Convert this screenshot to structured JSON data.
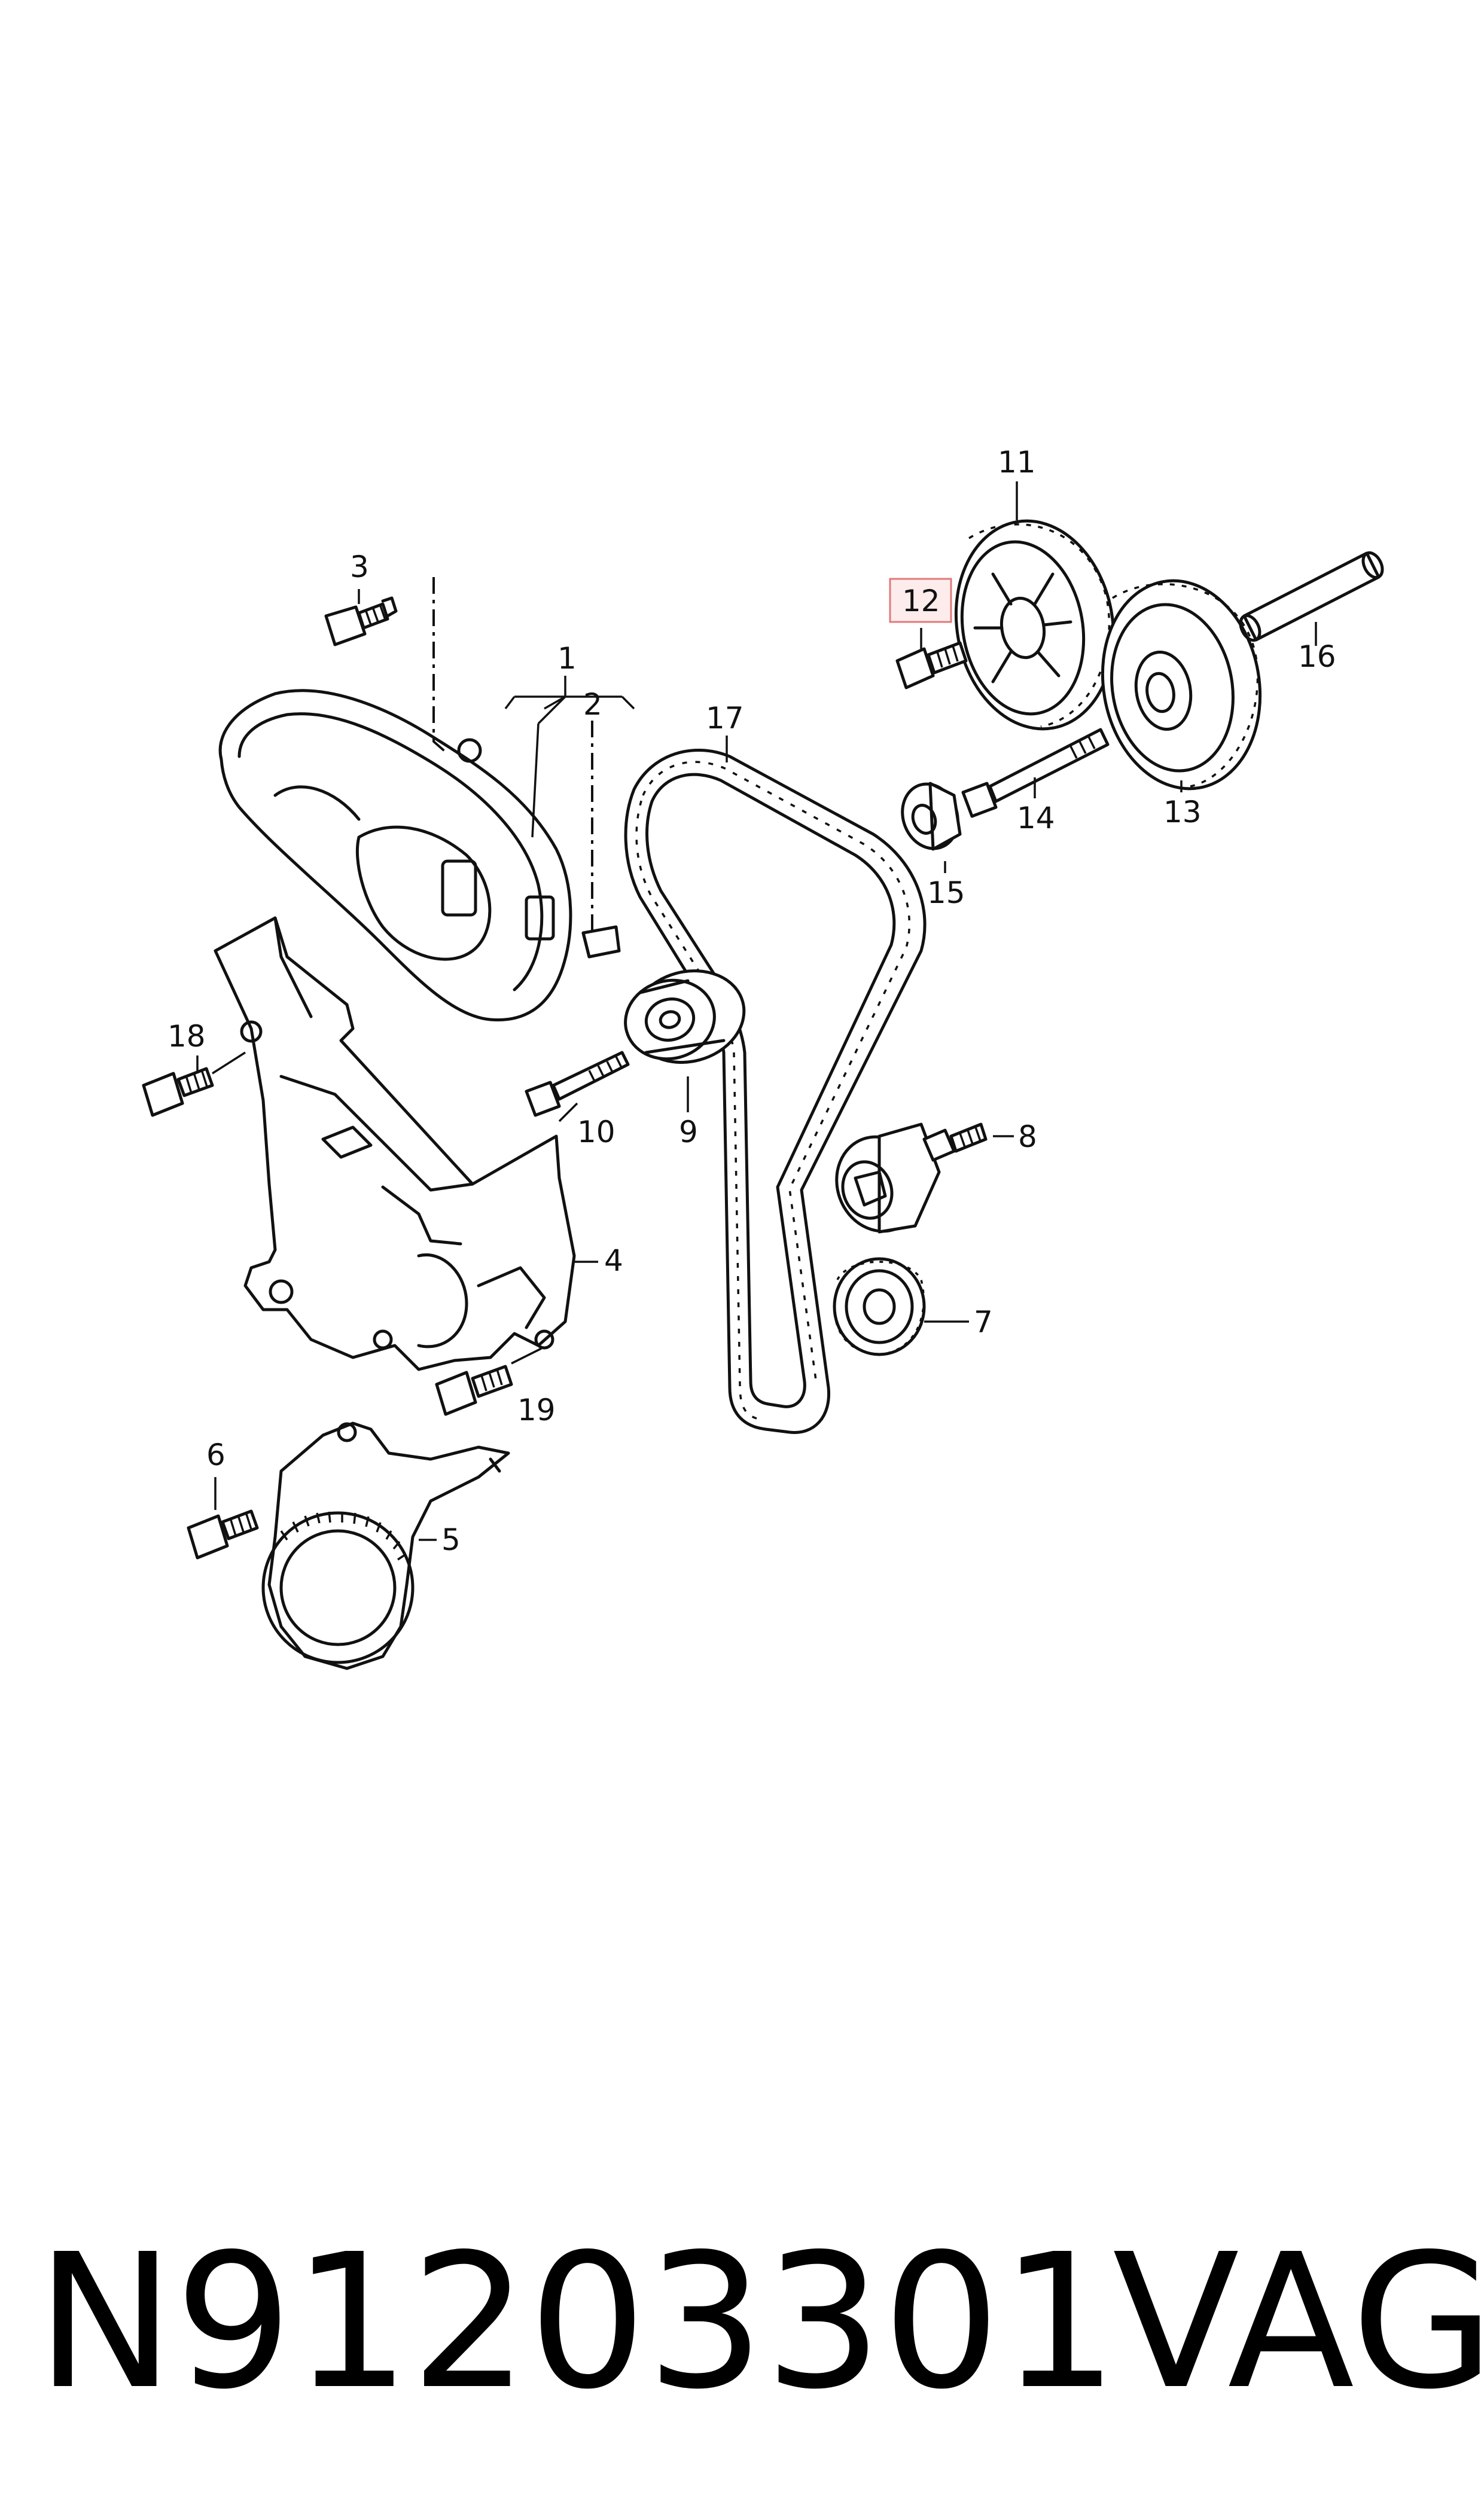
{
  "diagram": {
    "callouts": [
      {
        "id": "1",
        "label": "1"
      },
      {
        "id": "2",
        "label": "2"
      },
      {
        "id": "3",
        "label": "3"
      },
      {
        "id": "4",
        "label": "4"
      },
      {
        "id": "5",
        "label": "5"
      },
      {
        "id": "6",
        "label": "6"
      },
      {
        "id": "7",
        "label": "7"
      },
      {
        "id": "8",
        "label": "8"
      },
      {
        "id": "9",
        "label": "9"
      },
      {
        "id": "10",
        "label": "10"
      },
      {
        "id": "11",
        "label": "11"
      },
      {
        "id": "12",
        "label": "12",
        "highlighted": true
      },
      {
        "id": "13",
        "label": "13"
      },
      {
        "id": "14",
        "label": "14"
      },
      {
        "id": "15",
        "label": "15"
      },
      {
        "id": "16",
        "label": "16"
      },
      {
        "id": "17",
        "label": "17"
      },
      {
        "id": "18",
        "label": "18"
      },
      {
        "id": "19",
        "label": "19"
      }
    ],
    "highlight_color": "#e07a7a"
  },
  "footer": {
    "part_number": "N91203301",
    "brand": "VAG"
  }
}
